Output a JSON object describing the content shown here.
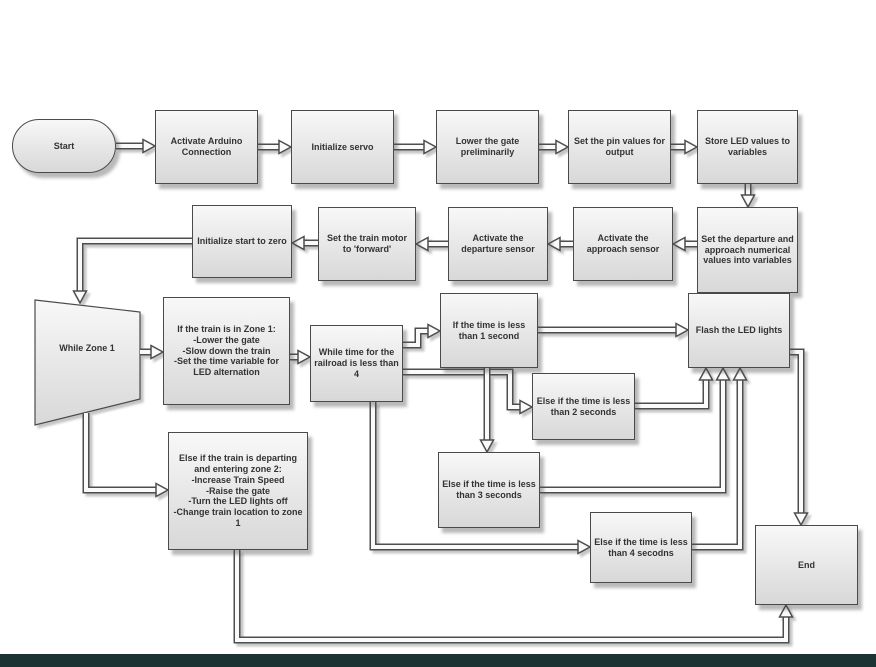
{
  "nodes": {
    "start": "Start",
    "activate_arduino": "Activate Arduino Connection",
    "initialize_servo": "Initialize servo",
    "lower_gate": "Lower the gate preliminarily",
    "set_pin_values": "Set the pin values for output",
    "store_led": "Store LED values to variables",
    "set_departure_approach": "Set the departure and approach numerical values into variables",
    "activate_approach": "Activate the approach sensor",
    "activate_departure": "Activate the departure sensor",
    "set_motor_forward": "Set the train motor to 'forward'",
    "initialize_start_zero": "Initialize start to zero",
    "while_zone1": "While Zone 1",
    "if_train_zone1": "If the train is in Zone 1:\n-Lower the gate\n-Slow down the train\n-Set the time variable for LED alternation",
    "while_time_lt4": "While time for the railroad is less than 4",
    "if_time_lt1": "If the time is less than 1 second",
    "flash_led": "Flash the LED lights",
    "else_time_lt2": "Else if the time is less than 2 seconds",
    "else_time_lt3": "Else if the time is less than 3 seconds",
    "else_time_lt4": "Else if the time is less than 4 secodns",
    "else_departing": "Else if the train is departing and entering zone 2:\n-Increase Train Speed\n-Raise the gate\n-Turn the LED lights off\n-Change train location to zone 1",
    "end": "End"
  },
  "colors": {
    "box_fill": "#e6e6e6",
    "box_border": "#4a4a4a",
    "arrow_outline": "#4e4e4e",
    "arrow_fill": "#fafafa",
    "bottom_bar": "#1c3334"
  }
}
